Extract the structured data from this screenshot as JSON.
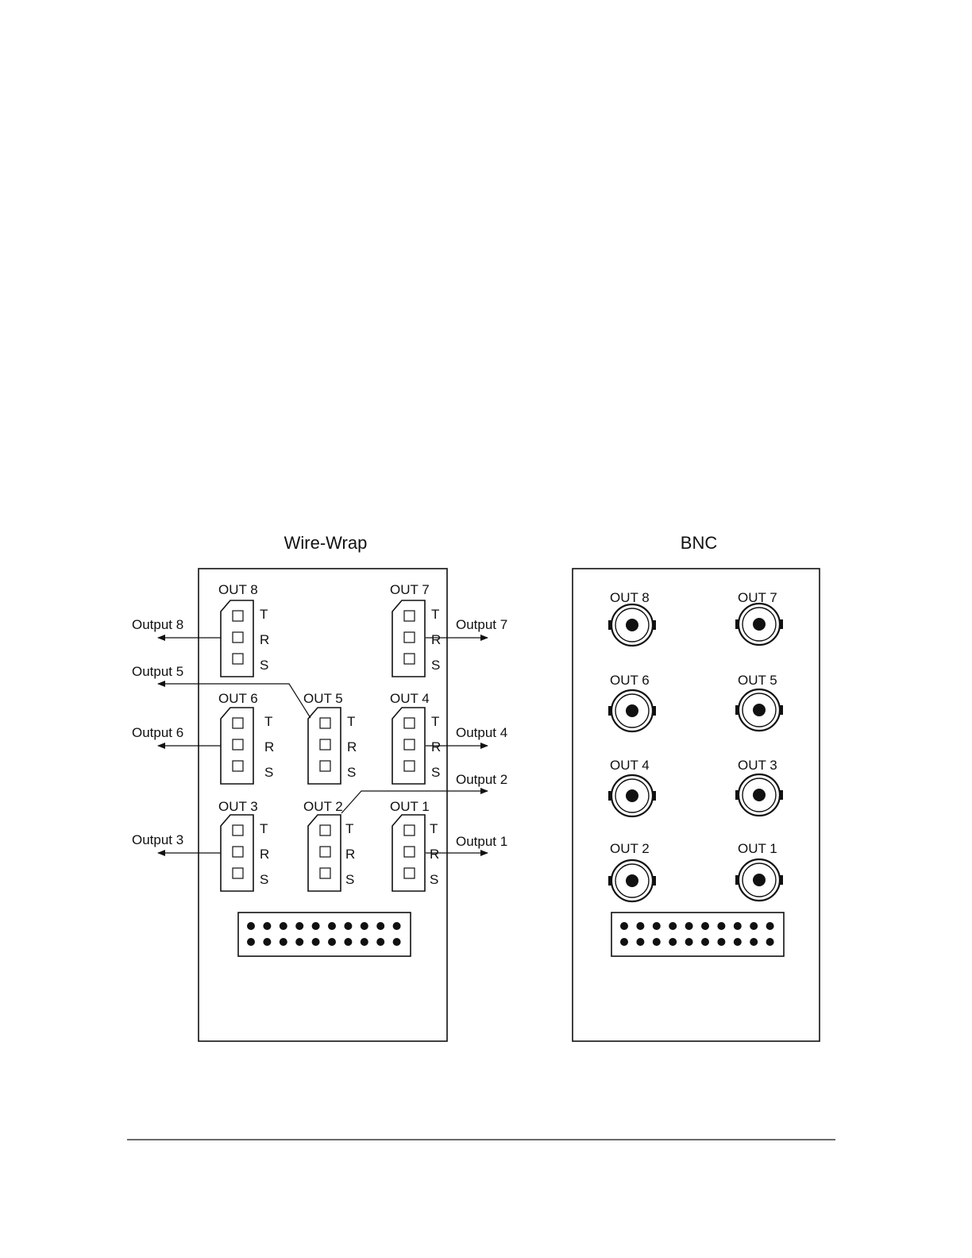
{
  "titles": {
    "wirewrap": "Wire-Wrap",
    "bnc": "BNC"
  },
  "pin_letters": [
    "T",
    "R",
    "S"
  ],
  "wirewrap_connectors": {
    "out8": "OUT 8",
    "out7": "OUT 7",
    "out6": "OUT 6",
    "out5": "OUT 5",
    "out4": "OUT 4",
    "out3": "OUT 3",
    "out2": "OUT 2",
    "out1": "OUT 1"
  },
  "outputs": {
    "output8": "Output 8",
    "output7": "Output 7",
    "output5": "Output 5",
    "output6": "Output 6",
    "output4": "Output 4",
    "output2": "Output 2",
    "output3": "Output 3",
    "output1": "Output 1"
  },
  "bnc_connectors": {
    "out8": "OUT 8",
    "out7": "OUT 7",
    "out6": "OUT 6",
    "out5": "OUT 5",
    "out4": "OUT 4",
    "out3": "OUT 3",
    "out2": "OUT 2",
    "out1": "OUT 1"
  },
  "header_pins": {
    "rows": 2,
    "per_row": 10
  }
}
